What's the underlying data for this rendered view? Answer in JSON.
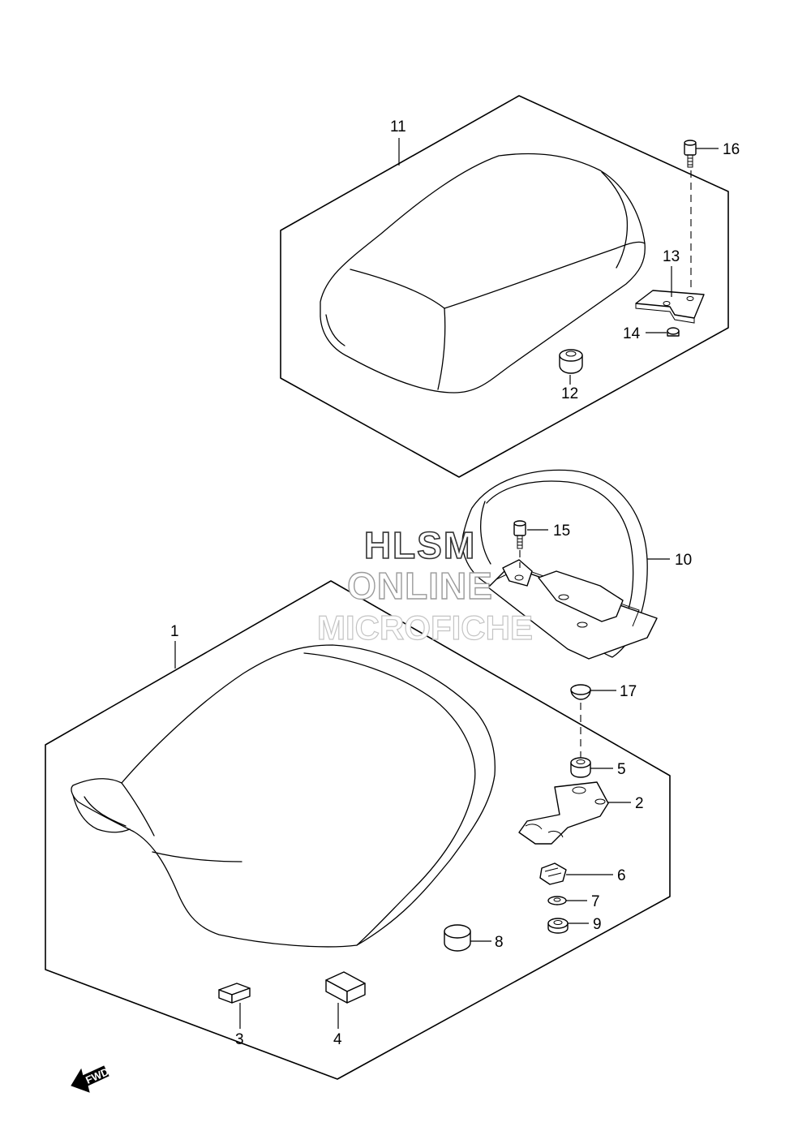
{
  "watermark": {
    "line1": "HLSM",
    "line2": "ONLINE",
    "line3": "MICROFICHE"
  },
  "fwd_label": "FWD",
  "callouts": {
    "p1": "1",
    "p2": "2",
    "p3": "3",
    "p4": "4",
    "p5": "5",
    "p6": "6",
    "p7": "7",
    "p8": "8",
    "p9": "9",
    "p10": "10",
    "p11": "11",
    "p12": "12",
    "p13": "13",
    "p14": "14",
    "p15": "15",
    "p16": "16",
    "p17": "17"
  }
}
